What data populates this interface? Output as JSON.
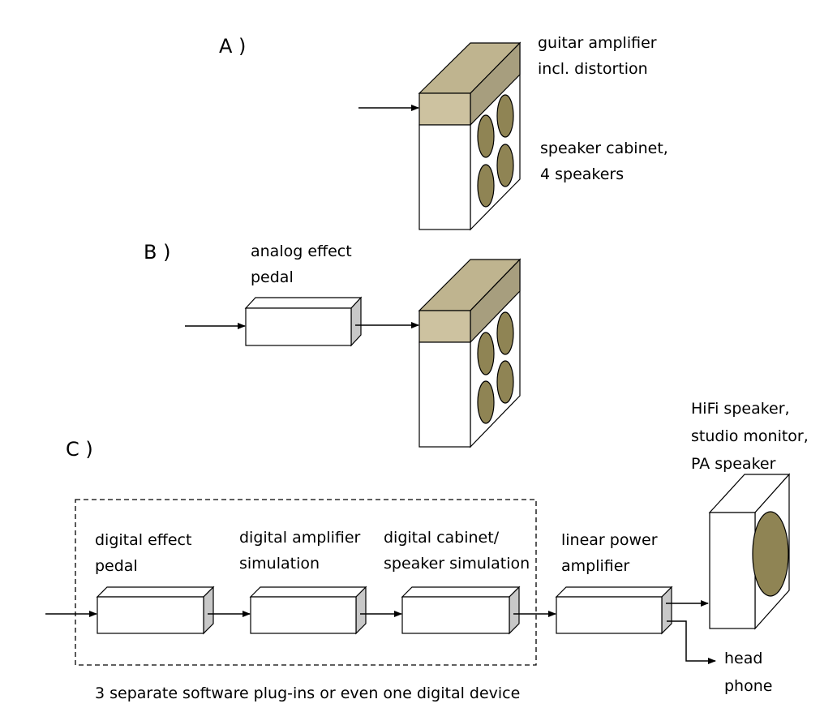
{
  "sections": {
    "a": "A )",
    "b": "B )",
    "c": "C )"
  },
  "labels": {
    "guitar_amp": [
      "guitar amplifier",
      "incl. distortion"
    ],
    "speaker_cabinet": [
      "speaker cabinet,",
      "4 speakers"
    ],
    "analog_pedal": [
      "analog effect",
      "pedal"
    ],
    "hifi_speaker": [
      "HiFi speaker,",
      "studio monitor,",
      "PA speaker"
    ],
    "digital_pedal": [
      "digital effect",
      "pedal"
    ],
    "digital_amp": [
      "digital amplifier",
      "simulation"
    ],
    "digital_cabinet": [
      "digital cabinet/",
      "speaker simulation"
    ],
    "linear_amp": [
      "linear power",
      "amplifier"
    ],
    "headphone": [
      "head",
      "phone"
    ],
    "software_note": "3 separate software plug-ins or even one digital device"
  },
  "colors": {
    "amp_front": "#cdc2a0",
    "amp_top": "#bfb48f",
    "amp_side": "#a79e7e",
    "speaker_cone": "#8f8454",
    "box_side": "#c8c8c8",
    "line": "#000000"
  }
}
